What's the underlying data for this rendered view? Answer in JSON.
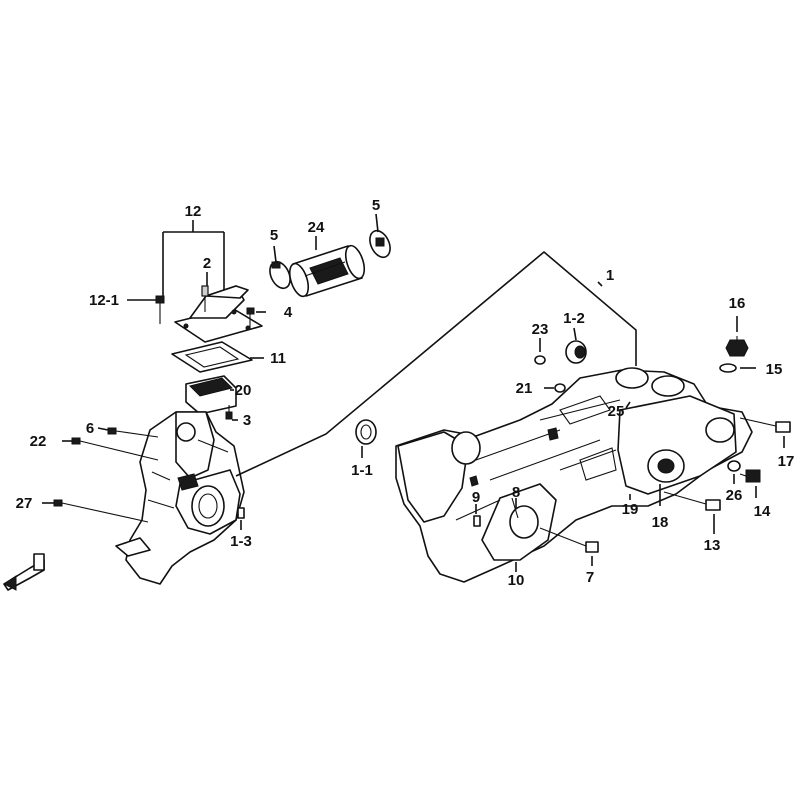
{
  "callouts": {
    "c1": "1",
    "c1_1": "1-1",
    "c1_2": "1-2",
    "c1_3": "1-3",
    "c2": "2",
    "c3": "3",
    "c4": "4",
    "c5a": "5",
    "c5b": "5",
    "c6": "6",
    "c7": "7",
    "c8": "8",
    "c9": "9",
    "c10": "10",
    "c11": "11",
    "c12": "12",
    "c12_1": "12-1",
    "c13": "13",
    "c14": "14",
    "c15": "15",
    "c16": "16",
    "c17": "17",
    "c18": "18",
    "c19": "19",
    "c20": "20",
    "c21": "21",
    "c22": "22",
    "c23": "23",
    "c24": "24",
    "c25": "25",
    "c26": "26",
    "c27": "27"
  }
}
